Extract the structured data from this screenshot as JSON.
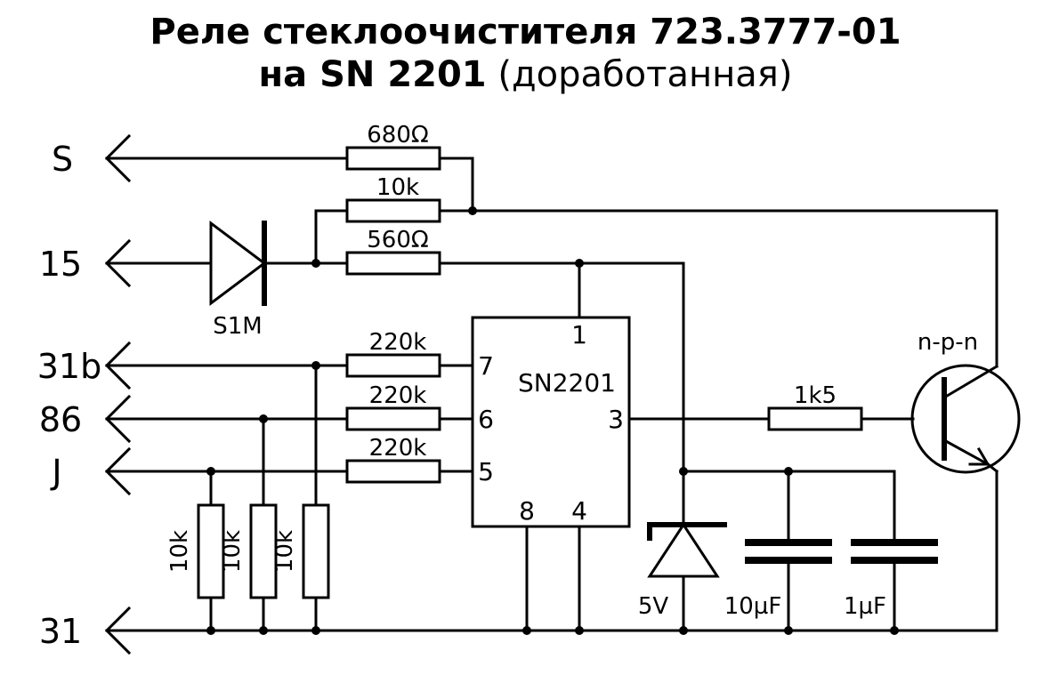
{
  "title": {
    "line1": "Реле стеклоочистителя 723.3777-01",
    "line2_bold": "на SN 2201",
    "line2_normal": "(доработанная)"
  },
  "terminals": {
    "s": "S",
    "t15": "15",
    "t31b": "31b",
    "t86": "86",
    "j": "J",
    "t31": "31"
  },
  "components": {
    "r_680": "680Ω",
    "r_10k_top": "10k",
    "r_560": "560Ω",
    "r_220k_1": "220k",
    "r_220k_2": "220k",
    "r_220k_3": "220k",
    "r_1k5": "1k5",
    "r_10k_a": "10k",
    "r_10k_b": "10k",
    "r_10k_c": "10k",
    "diode": "S1M",
    "zener": "5V",
    "cap_big": "10µF",
    "cap_small": "1µF",
    "transistor": "n-p-n",
    "ic": "SN2201"
  },
  "ic_pins": {
    "p1": "1",
    "p3": "3",
    "p4": "4",
    "p5": "5",
    "p6": "6",
    "p7": "7",
    "p8": "8"
  }
}
